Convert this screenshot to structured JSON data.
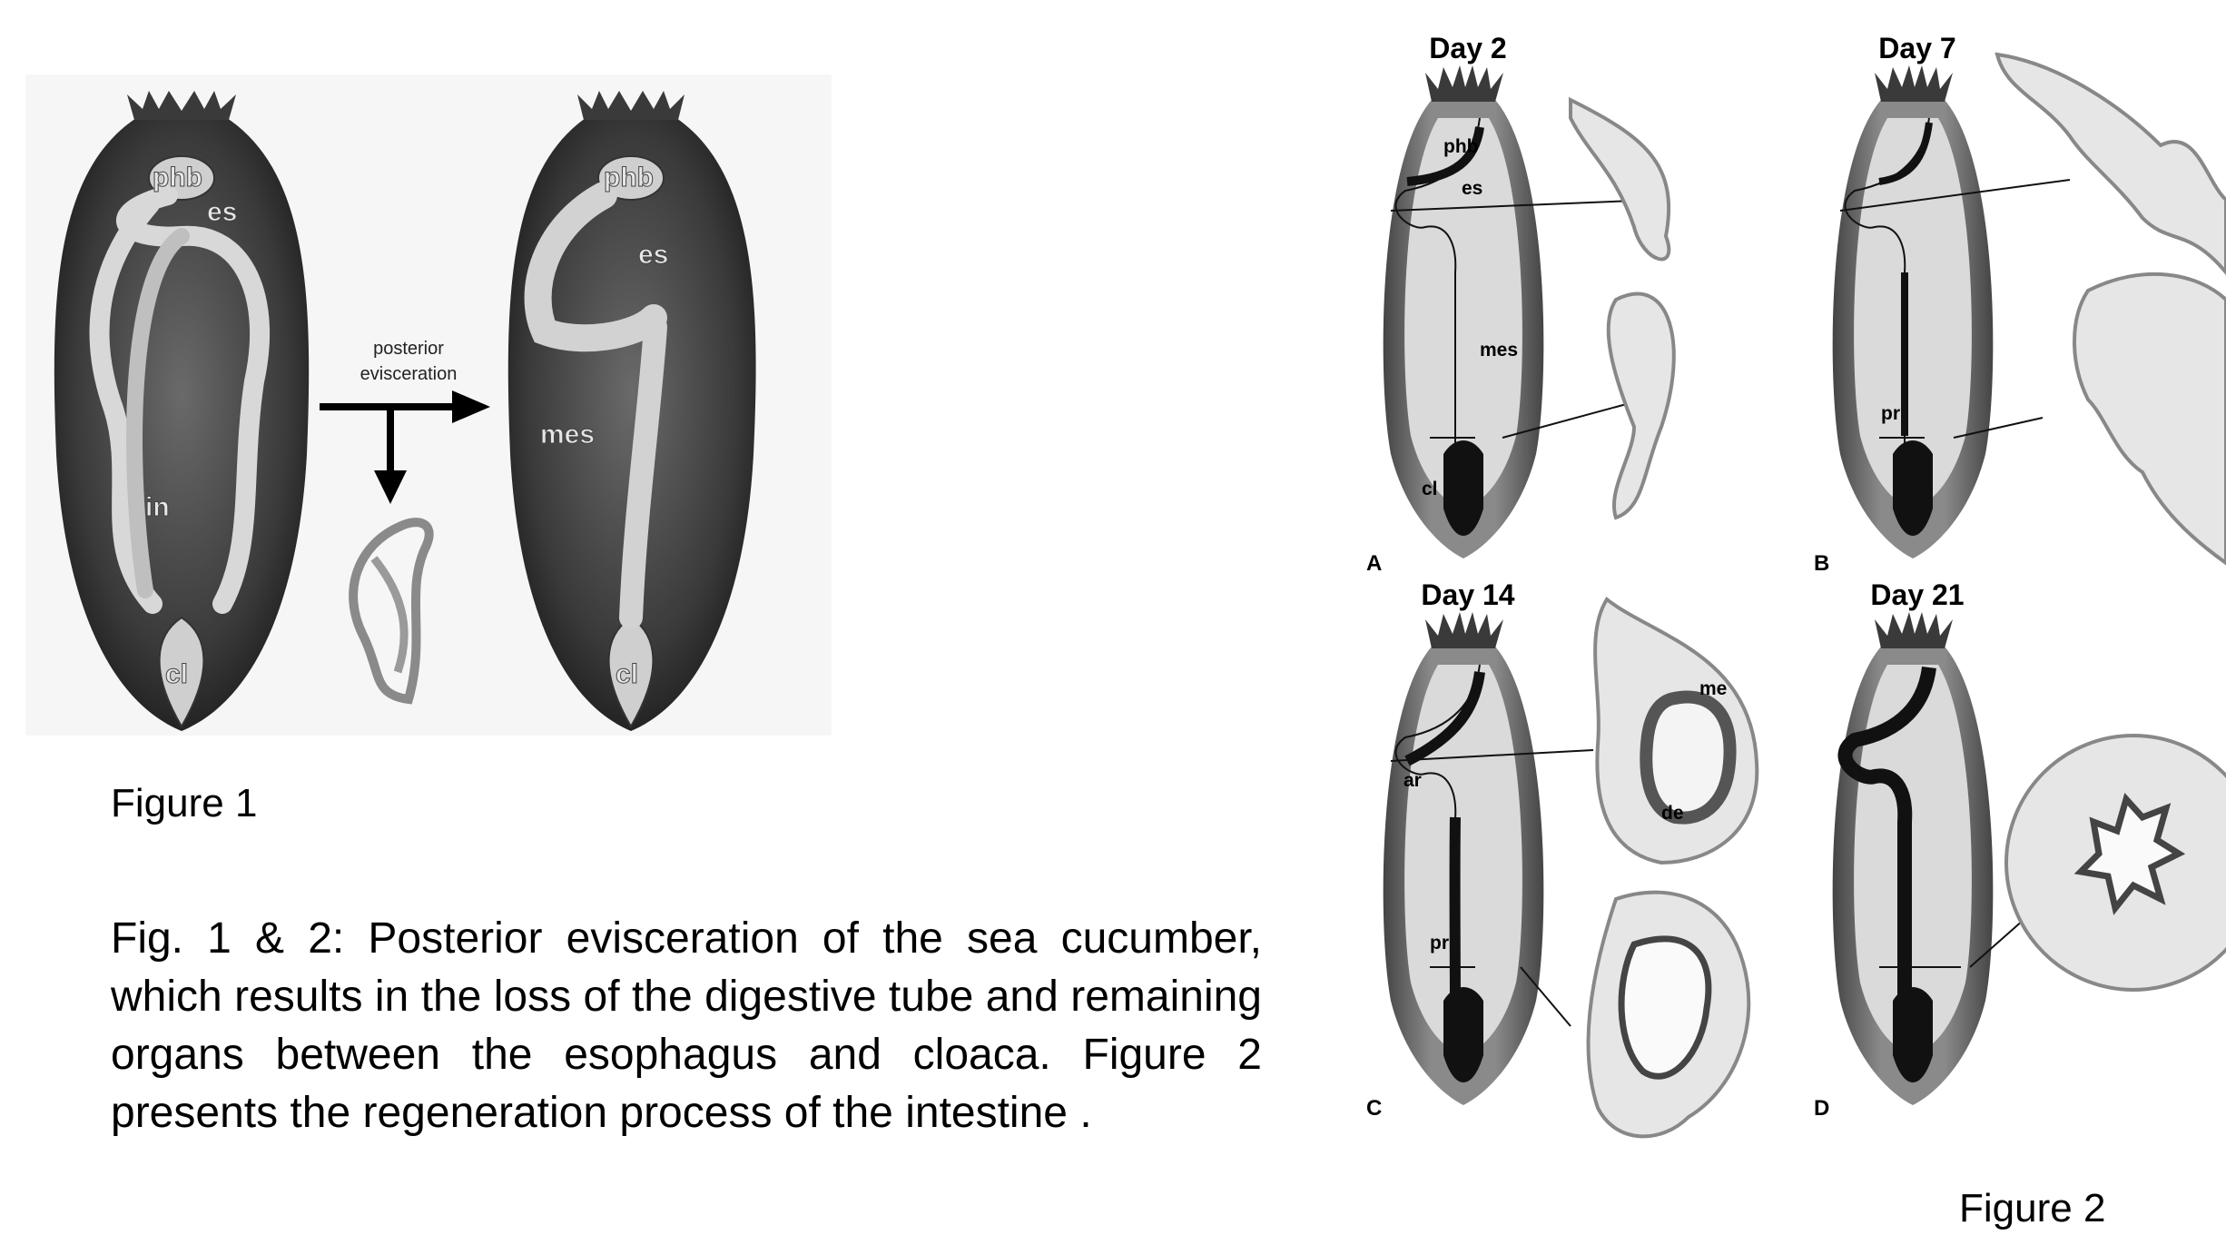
{
  "figure1": {
    "caption": "Figure 1",
    "arrow_label_line1": "posterior",
    "arrow_label_line2": "evisceration",
    "labels": {
      "phb": "phb",
      "es": "es",
      "in": "in",
      "mes": "mes",
      "cl": "cl"
    }
  },
  "figure2": {
    "caption": "Figure 2",
    "panels": [
      {
        "letter": "A",
        "day": "Day 2"
      },
      {
        "letter": "B",
        "day": "Day 7"
      },
      {
        "letter": "C",
        "day": "Day 14"
      },
      {
        "letter": "D",
        "day": "Day 21"
      }
    ],
    "labels": {
      "phb": "phb",
      "es": "es",
      "mes": "mes",
      "cl": "cl",
      "pr": "pr",
      "ar": "ar",
      "me": "me",
      "de": "de"
    }
  },
  "caption_text": "Fig. 1 & 2: Posterior evisceration of the sea cucumber, which results in the loss of the digestive tube and remaining organs between the esophagus and cloaca. Figure 2 presents the regeneration process of the intestine ."
}
